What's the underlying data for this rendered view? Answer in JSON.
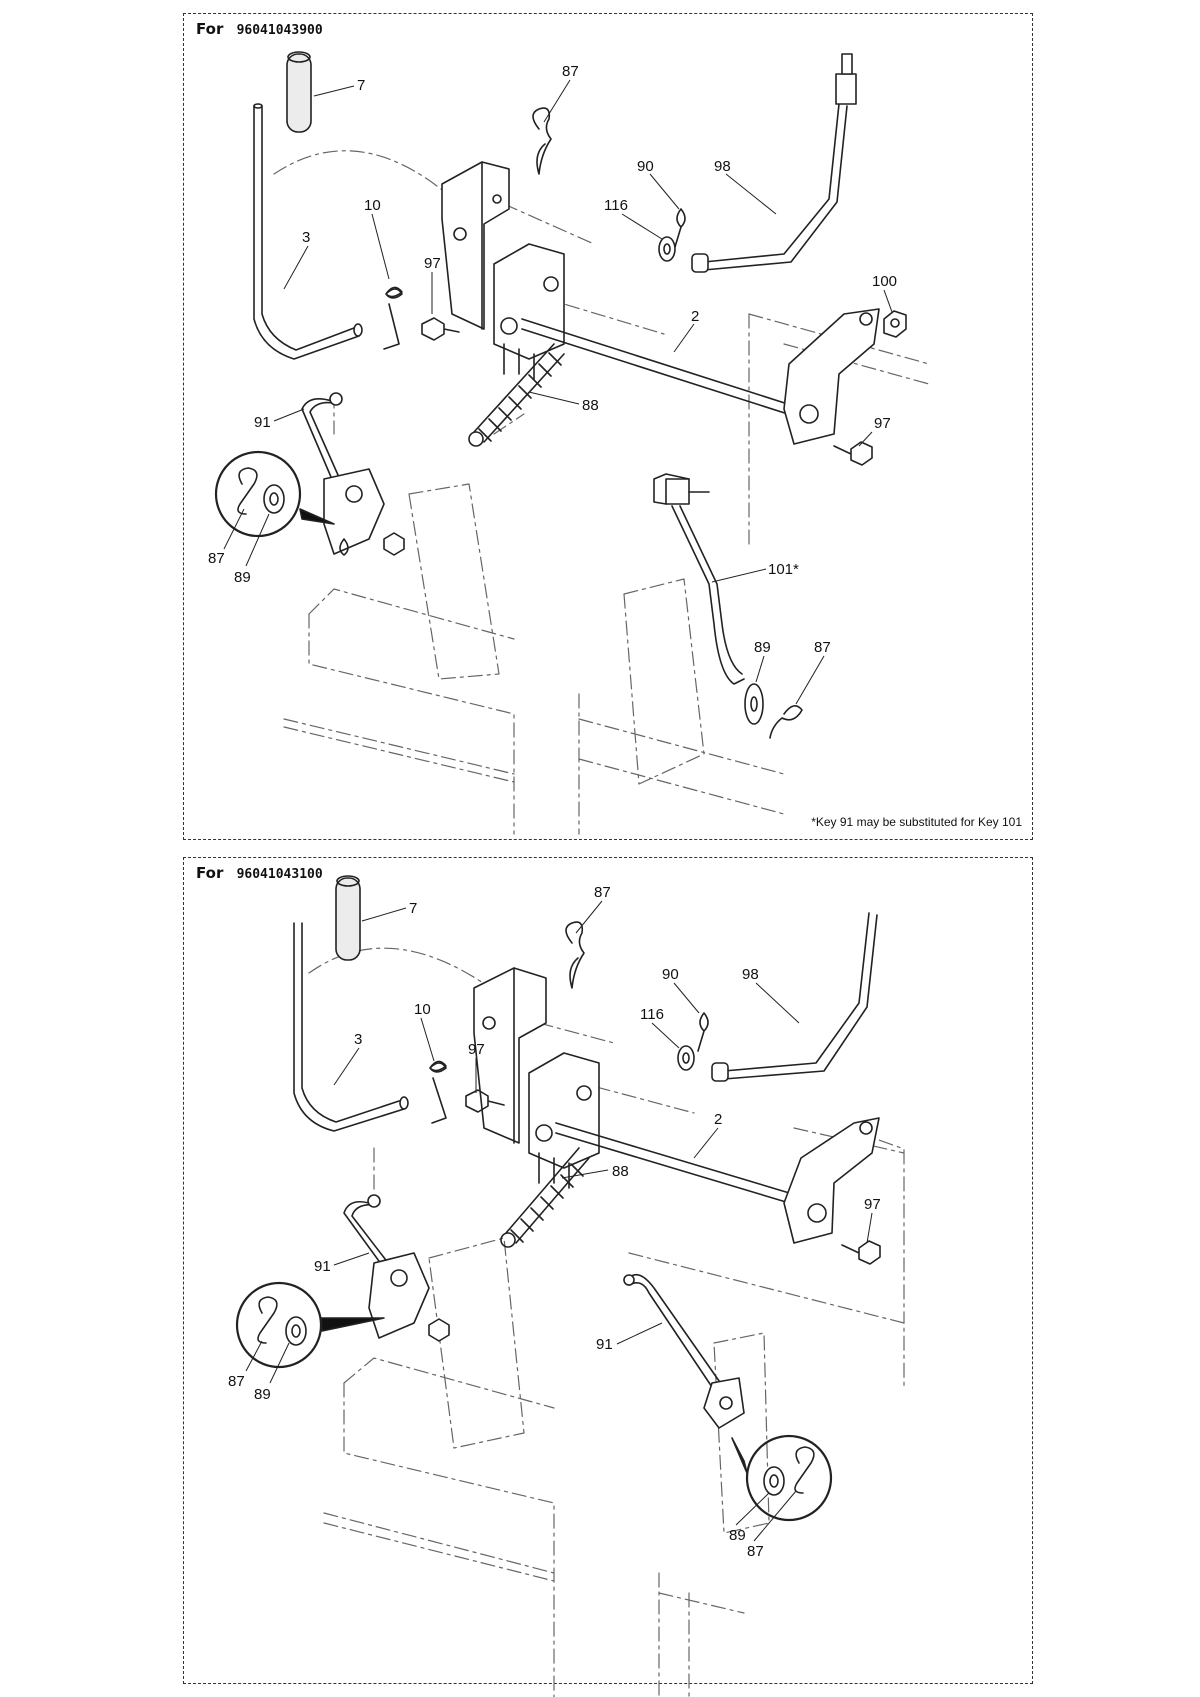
{
  "panels": [
    {
      "prefix": "For",
      "model": "96041043900",
      "callouts": {
        "c7": "7",
        "c87a": "87",
        "c90": "90",
        "c98": "98",
        "c116": "116",
        "c10": "10",
        "c3": "3",
        "c97a": "97",
        "c100": "100",
        "c2": "2",
        "c88": "88",
        "c97b": "97",
        "c91": "91",
        "c87b": "87",
        "c89a": "89",
        "c101": "101*",
        "c89b": "89",
        "c87c": "87"
      },
      "note": "*Key 91 may be substituted for Key 101"
    },
    {
      "prefix": "For",
      "model": "96041043100",
      "callouts": {
        "c7": "7",
        "c87a": "87",
        "c90": "90",
        "c98": "98",
        "c116": "116",
        "c10": "10",
        "c3": "3",
        "c97a": "97",
        "c2": "2",
        "c88": "88",
        "c97b": "97",
        "c91a": "91",
        "c87b": "87",
        "c89a": "89",
        "c91b": "91",
        "c89b": "89",
        "c87c": "87"
      }
    }
  ]
}
